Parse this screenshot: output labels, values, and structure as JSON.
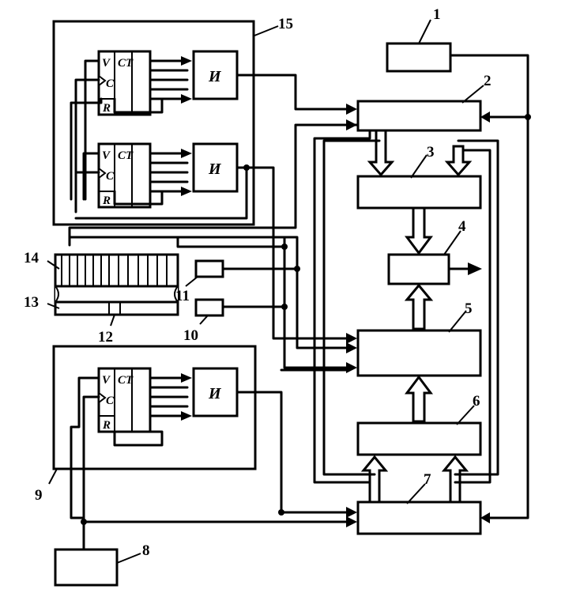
{
  "labels": {
    "b1": "1",
    "b2": "2",
    "b3": "3",
    "b4": "4",
    "b5": "5",
    "b6": "6",
    "b7": "7",
    "b8": "8",
    "b9": "9",
    "b10": "10",
    "b11": "11",
    "b12": "12",
    "b13": "13",
    "b14": "14",
    "b15": "15"
  },
  "counter": {
    "v": "V",
    "ct": "CT",
    "c": "C",
    "r": "R"
  },
  "gate": "И"
}
